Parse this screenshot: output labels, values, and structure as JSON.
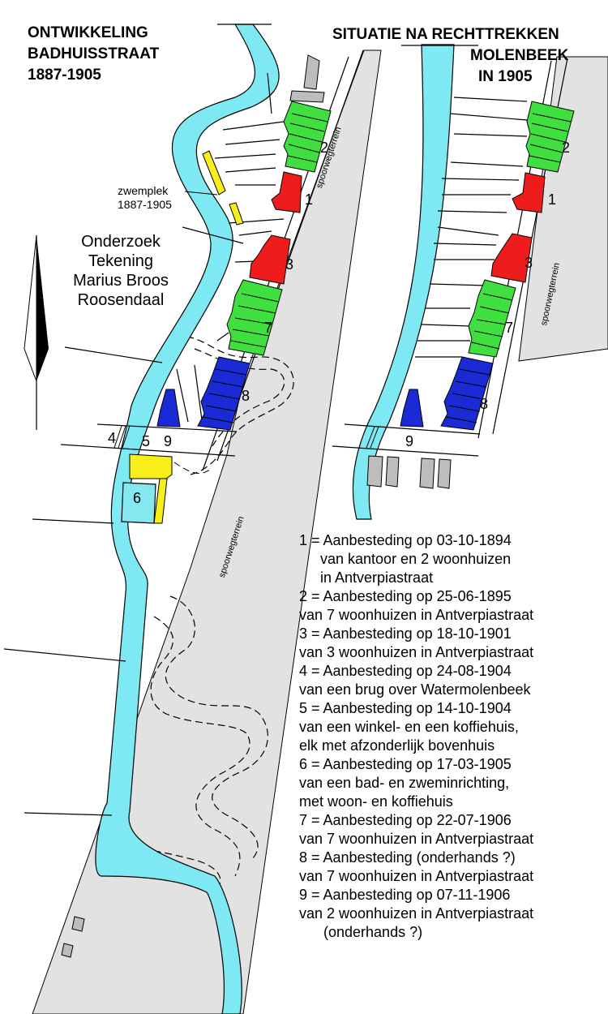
{
  "title_left": [
    "ONTWIKKELING",
    "BADHUISSTRAAT",
    "1887-1905"
  ],
  "title_right": [
    "SITUATIE NA RECHTTREKKEN",
    "MOLENBEEK",
    "IN 1905"
  ],
  "credit": [
    "Onderzoek",
    "Tekening",
    "Marius Broos",
    "Roosendaal"
  ],
  "swim_label": [
    "zwemplek",
    "1887-1905"
  ],
  "rail_label": "spoorwegterrein",
  "plot_numbers_left": [
    "1",
    "2",
    "3",
    "4",
    "5",
    "6",
    "7",
    "8",
    "9"
  ],
  "plot_numbers_right": [
    "1",
    "2",
    "3",
    "7",
    "8",
    "9"
  ],
  "legend": [
    {
      "lines": [
        "1 = Aanbesteding op 03-10-1894",
        "van kantoor en 2 woonhuizen",
        "in Antverpiastraat"
      ]
    },
    {
      "lines": [
        "2 = Aanbesteding op 25-06-1895",
        "van 7 woonhuizen in Antverpiastraat"
      ]
    },
    {
      "lines": [
        "3 = Aanbesteding op 18-10-1901",
        "van 3 woonhuizen in Antverpiastraat"
      ]
    },
    {
      "lines": [
        "4 = Aanbesteding op 24-08-1904",
        "van een brug over Watermolenbeek"
      ]
    },
    {
      "lines": [
        "5 = Aanbesteding op 14-10-1904",
        "van een winkel- en een koffiehuis,",
        "elk met afzonderlijk bovenhuis"
      ]
    },
    {
      "lines": [
        "6 = Aanbesteding op 17-03-1905",
        "van een bad- en zweminrichting,",
        "met woon- en koffiehuis"
      ]
    },
    {
      "lines": [
        "7 = Aanbesteding op 22-07-1906",
        "van 7 woonhuizen in Antverpiastraat"
      ]
    },
    {
      "lines": [
        "8 = Aanbesteding (onderhands ?)",
        "van 7 woonhuizen in Antverpiastraat"
      ]
    },
    {
      "lines": [
        "9 = Aanbesteding op 07-11-1906",
        "van 2 woonhuizen in Antverpiastraat",
        "(onderhands ?)"
      ]
    }
  ],
  "colors": {
    "water": "#7fe9f3",
    "rail": "#e2e2e2",
    "plot1_3": "#ee1c1c",
    "plot2_7": "#3fdf3f",
    "plot8": "#1a2bd6",
    "plot5": "#f7ee1a",
    "plot6": "#85e8f1",
    "later": "#bdbdbd"
  }
}
